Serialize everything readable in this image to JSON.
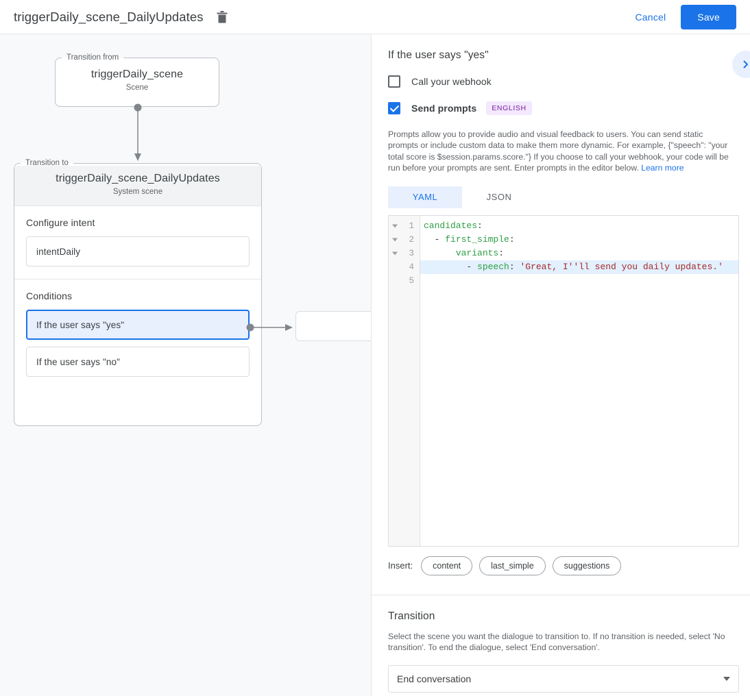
{
  "topbar": {
    "title": "triggerDaily_scene_DailyUpdates",
    "delete_icon": "trash-icon",
    "cancel_label": "Cancel",
    "save_label": "Save",
    "accent_color": "#1a73e8"
  },
  "canvas": {
    "transition_from": {
      "legend": "Transition from",
      "title": "triggerDaily_scene",
      "subtitle": "Scene"
    },
    "transition_to": {
      "legend": "Transition to",
      "title": "triggerDaily_scene_DailyUpdates",
      "subtitle": "System scene"
    },
    "intent_section": {
      "label": "Configure intent",
      "intent_name": "intentDaily"
    },
    "conditions_section": {
      "label": "Conditions",
      "items": [
        {
          "label": "If the user says \"yes\"",
          "selected": true
        },
        {
          "label": "If the user says \"no\"",
          "selected": false
        }
      ]
    }
  },
  "panel": {
    "heading": "If the user says \"yes\"",
    "collapse_icon": "chevron-right-icon",
    "webhook": {
      "label": "Call your webhook",
      "checked": false
    },
    "prompts": {
      "label": "Send prompts",
      "checked": true,
      "language_badge": "ENGLISH",
      "badge_bg": "#f3e8fd",
      "badge_fg": "#7b1fa2",
      "description": "Prompts allow you to provide audio and visual feedback to users. You can send static prompts or include custom data to make them more dynamic. For example, {\"speech\": \"your total score is $session.params.score.\"} If you choose to call your webhook, your code will be run before your prompts are sent. Enter prompts in the editor below.",
      "learn_more": "Learn more"
    },
    "tabs": [
      {
        "label": "YAML",
        "active": true
      },
      {
        "label": "JSON",
        "active": false
      }
    ],
    "editor": {
      "line_numbers": [
        "1",
        "2",
        "3",
        "4",
        "5"
      ],
      "folds": [
        true,
        true,
        true,
        false,
        false
      ],
      "highlighted_line": 4,
      "lines": [
        {
          "n": 1,
          "tokens": [
            {
              "t": "candidates",
              "c": "k"
            },
            {
              "t": ":",
              "c": "p"
            }
          ]
        },
        {
          "n": 2,
          "tokens": [
            {
              "t": "  - ",
              "c": "p"
            },
            {
              "t": "first_simple",
              "c": "k"
            },
            {
              "t": ":",
              "c": "p"
            }
          ]
        },
        {
          "n": 3,
          "tokens": [
            {
              "t": "      ",
              "c": "p"
            },
            {
              "t": "variants",
              "c": "k"
            },
            {
              "t": ":",
              "c": "p"
            }
          ]
        },
        {
          "n": 4,
          "tokens": [
            {
              "t": "        - ",
              "c": "p"
            },
            {
              "t": "speech",
              "c": "k"
            },
            {
              "t": ": ",
              "c": "p"
            },
            {
              "t": "'Great, I''ll send you daily updates.'",
              "c": "s"
            }
          ]
        },
        {
          "n": 5,
          "tokens": []
        }
      ],
      "raw_text": "candidates:\n  - first_simple:\n      variants:\n        - speech: 'Great, I''ll send you daily updates.'\n"
    },
    "insert": {
      "label": "Insert:",
      "chips": [
        "content",
        "last_simple",
        "suggestions"
      ]
    },
    "transition": {
      "heading": "Transition",
      "description": "Select the scene you want the dialogue to transition to. If no transition is needed, select 'No transition'. To end the dialogue, select 'End conversation'.",
      "selected_value": "End conversation"
    }
  }
}
